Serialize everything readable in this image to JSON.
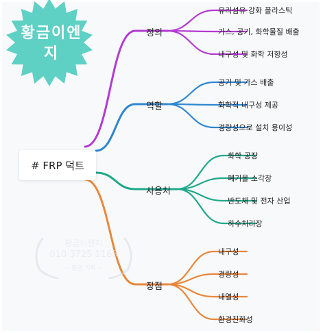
{
  "badge": {
    "text_line1": "황금이엔",
    "text_line2": "지",
    "color": "#5fd0c4"
  },
  "root": {
    "label": "# FRP 덕트"
  },
  "branches": [
    {
      "label": "정의",
      "color": "#b33bd2",
      "items": [
        "유리섬유 강화 플라스틱",
        "가스, 공기, 화학물질 배출",
        "내구성 및 화학 저항성"
      ]
    },
    {
      "label": "역할",
      "color": "#2f86d1",
      "items": [
        "공기 및 가스 배출",
        "화학적 내구성 제공",
        "경량성으로 설치 용이성"
      ]
    },
    {
      "label": "사용처",
      "color": "#1fa88a",
      "items": [
        "화학 공장",
        "폐기물 소각장",
        "반도체 및 전자 산업",
        "하수처리장"
      ]
    },
    {
      "label": "장점",
      "color": "#e8873a",
      "items": [
        "내구성",
        "경량성",
        "내열성",
        "환경친화성"
      ]
    }
  ],
  "watermark": {
    "line1": "황금이엔지",
    "line2": "010 3725 1165",
    "line3": "~ 황금 기획 ~"
  }
}
